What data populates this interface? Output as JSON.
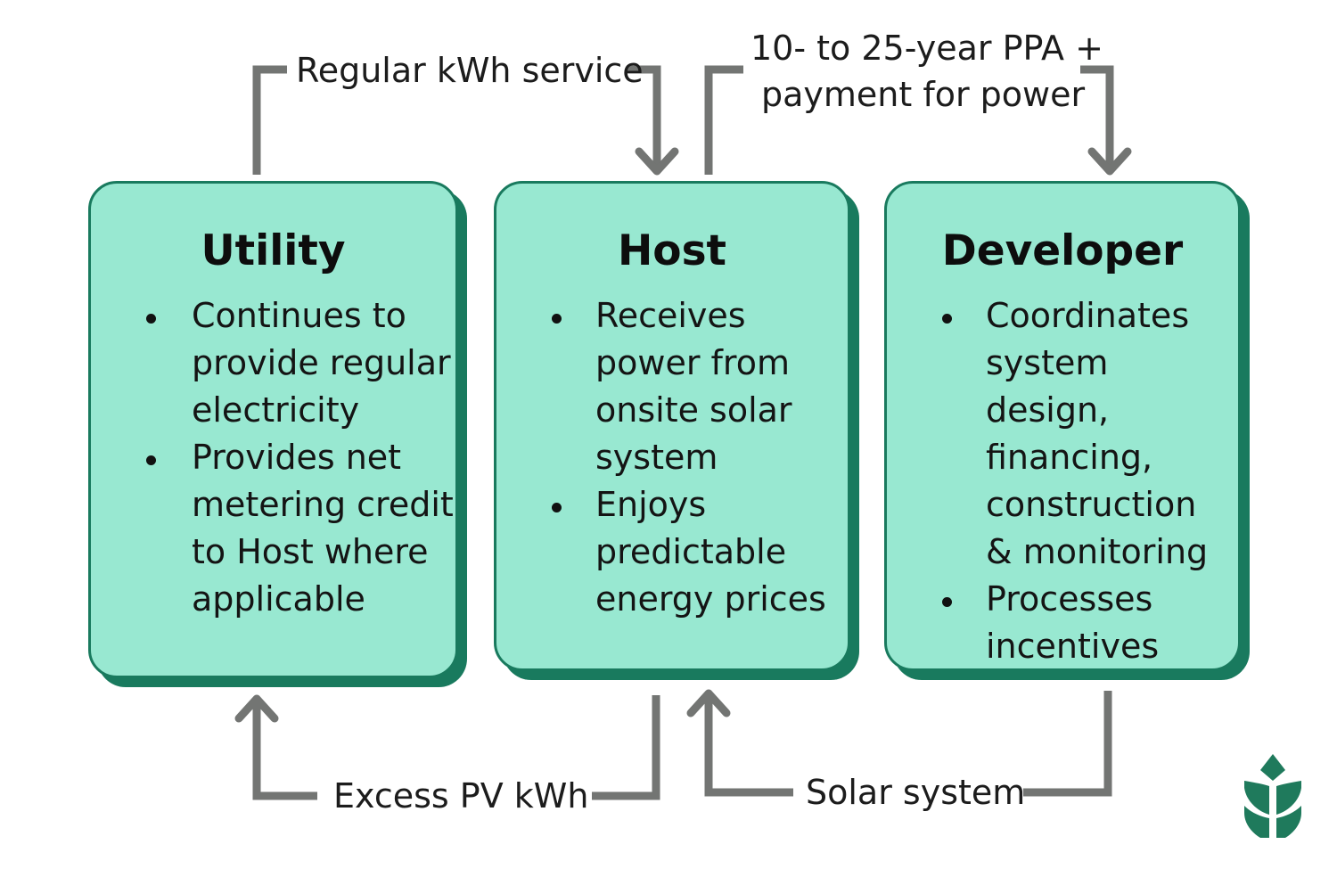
{
  "boxes": [
    {
      "title": "Utility",
      "bullets": [
        "Continues to provide regular electricity",
        "Provides net metering credit to Host where applicable"
      ],
      "lines": [
        [
          "Continues to",
          "provide regular",
          "electricity"
        ],
        [
          "Provides net",
          "metering credit",
          "to Host where",
          "applicable"
        ]
      ]
    },
    {
      "title": "Host",
      "bullets": [
        "Receives power from onsite solar system",
        "Enjoys predictable energy prices"
      ],
      "lines": [
        [
          "Receives",
          "power from",
          "onsite solar",
          "system"
        ],
        [
          "Enjoys",
          "predictable",
          "energy prices"
        ]
      ]
    },
    {
      "title": "Developer",
      "bullets": [
        "Coordinates system design, financing, construction & monitoring",
        "Processes incentives"
      ],
      "lines": [
        [
          "Coordinates",
          "system design,",
          "financing,",
          "construction",
          "& monitoring"
        ],
        [
          "Processes",
          "incentives"
        ]
      ]
    }
  ],
  "flows": {
    "utility_to_host": "Regular kWh service",
    "host_to_developer_line1": "10- to 25-year PPA +",
    "host_to_developer_line2": "payment for power",
    "host_to_utility": "Excess PV kWh",
    "developer_to_host": "Solar system"
  },
  "colors": {
    "box_fill": "#98e8d1",
    "box_border": "#197a5e",
    "arrow": "#737573",
    "logo": "#1f7a5c"
  },
  "icons": {
    "logo": "leaf-logo-icon"
  }
}
